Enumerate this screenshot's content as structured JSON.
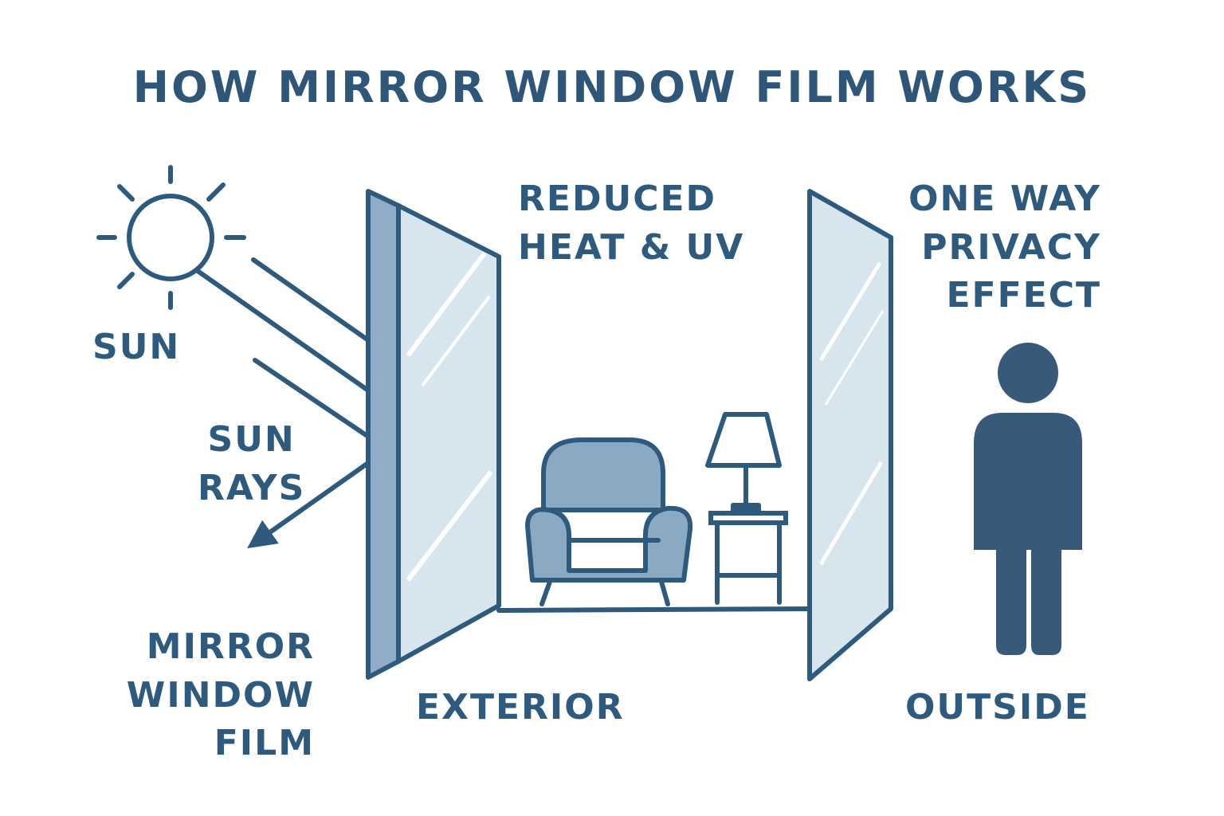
{
  "title": "HOW MIRROR WINDOW FILM WORKS",
  "labels": {
    "sun": "SUN",
    "sun_rays": [
      "SUN",
      "RAYS"
    ],
    "reduced_heat": [
      "REDUCED",
      "HEAT & UV"
    ],
    "privacy": [
      "ONE WAY",
      "PRIVACY",
      "EFFECT"
    ],
    "mirror_film": [
      "MIRROR",
      "WINDOW",
      "FILM"
    ],
    "exterior": "EXTERIOR",
    "outside": "OUTSIDE"
  },
  "colors": {
    "stroke": "#2e5a7e",
    "glass": "#d6e5ee",
    "frame_edge": "#8fadc6",
    "furniture": "#8aaac4",
    "person": "#375a7a",
    "background": "#ffffff"
  },
  "icons": [
    "sun-icon",
    "armchair-icon",
    "lamp-icon",
    "side-table-icon",
    "person-icon"
  ]
}
